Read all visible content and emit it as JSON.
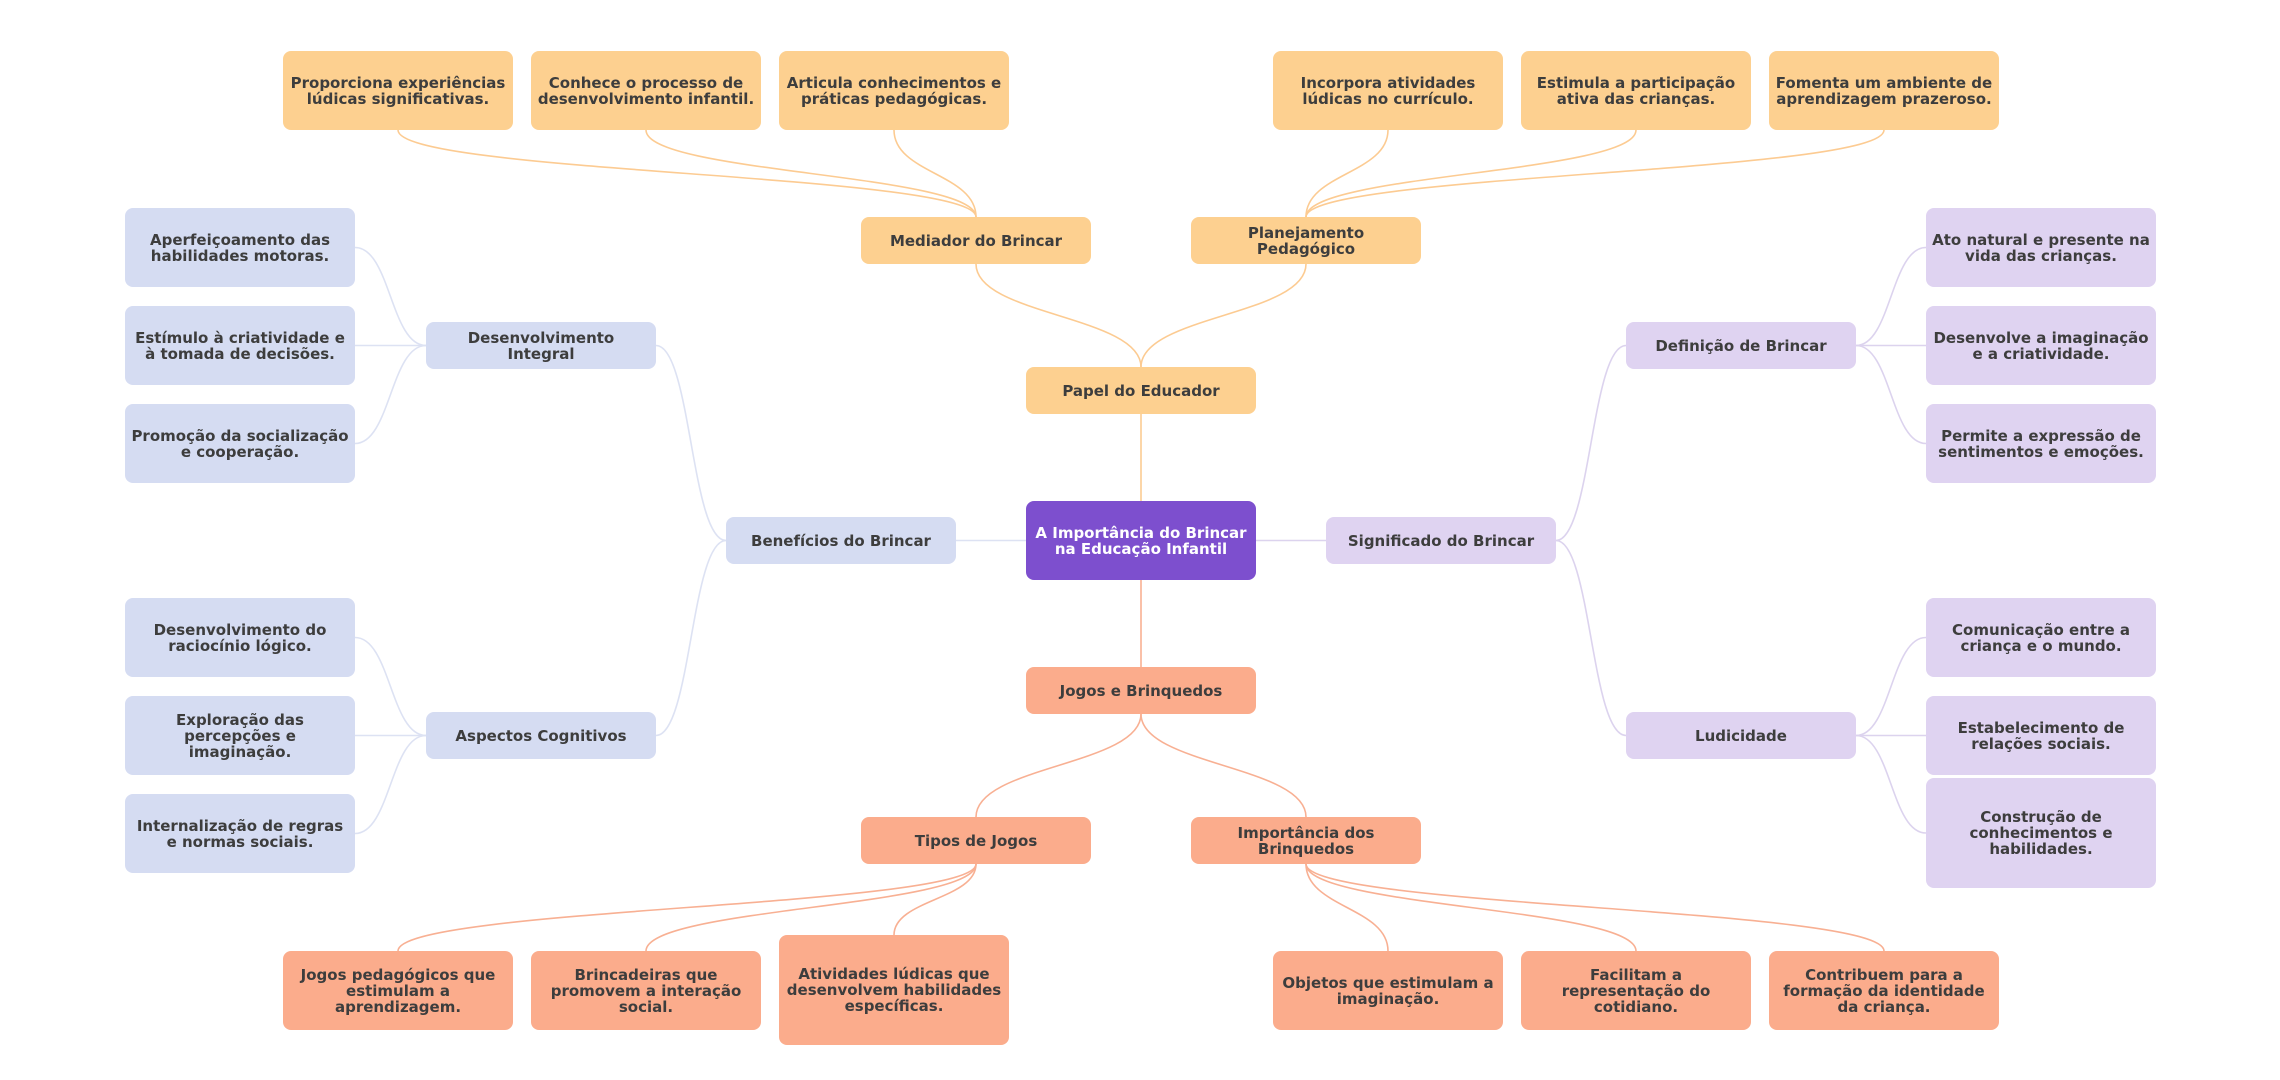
{
  "colors": {
    "root": "#7d4fce",
    "orange": "#fdd090",
    "salmon": "#fbac8c",
    "blue": "#d5dcf2",
    "purple": "#dfd3f1",
    "link_orange": "#fccb92",
    "link_salmon": "#f8b093",
    "link_blue": "#dde2f3",
    "link_purple": "#dcd3ee"
  },
  "root": {
    "label": "A Importância do Brincar na Educação Infantil"
  },
  "branches": {
    "educador": {
      "label": "Papel do Educador",
      "mediador": {
        "label": "Mediador do Brincar",
        "leaves": [
          "Proporciona experiências lúdicas significativas.",
          "Conhece o processo de desenvolvimento infantil.",
          "Articula conhecimentos e práticas pedagógicas."
        ]
      },
      "planejamento": {
        "label": "Planejamento Pedagógico",
        "leaves": [
          "Incorpora atividades lúdicas no currículo.",
          "Estimula a participação ativa das crianças.",
          "Fomenta um ambiente de aprendizagem prazeroso."
        ]
      }
    },
    "beneficios": {
      "label": "Benefícios do Brincar",
      "desenvolvimento": {
        "label": "Desenvolvimento Integral",
        "leaves": [
          "Aperfeiçoamento das habilidades motoras.",
          "Estímulo à criatividade e à tomada de decisões.",
          "Promoção da socialização e cooperação."
        ]
      },
      "cognitivos": {
        "label": "Aspectos Cognitivos",
        "leaves": [
          "Desenvolvimento do raciocínio lógico.",
          "Exploração das percepções e imaginação.",
          "Internalização de regras e normas sociais."
        ]
      }
    },
    "significado": {
      "label": "Significado do Brincar",
      "definicao": {
        "label": "Definição de Brincar",
        "leaves": [
          "Ato natural e presente na vida das crianças.",
          "Desenvolve a imaginação e a criatividade.",
          "Permite a expressão de sentimentos e emoções."
        ]
      },
      "ludicidade": {
        "label": "Ludicidade",
        "leaves": [
          "Comunicação entre a criança e o mundo.",
          "Estabelecimento de relações sociais.",
          "Construção de conhecimentos e habilidades."
        ]
      }
    },
    "jogos": {
      "label": "Jogos e Brinquedos",
      "tipos": {
        "label": "Tipos de Jogos",
        "leaves": [
          "Jogos pedagógicos que estimulam a aprendizagem.",
          "Brincadeiras que promovem a interação social.",
          "Atividades lúdicas que desenvolvem habilidades específicas."
        ]
      },
      "brinquedos": {
        "label": "Importância dos Brinquedos",
        "leaves": [
          "Objetos que estimulam a imaginação.",
          "Facilitam a representação do cotidiano.",
          "Contribuem para a formação da identidade da criança."
        ]
      }
    }
  }
}
